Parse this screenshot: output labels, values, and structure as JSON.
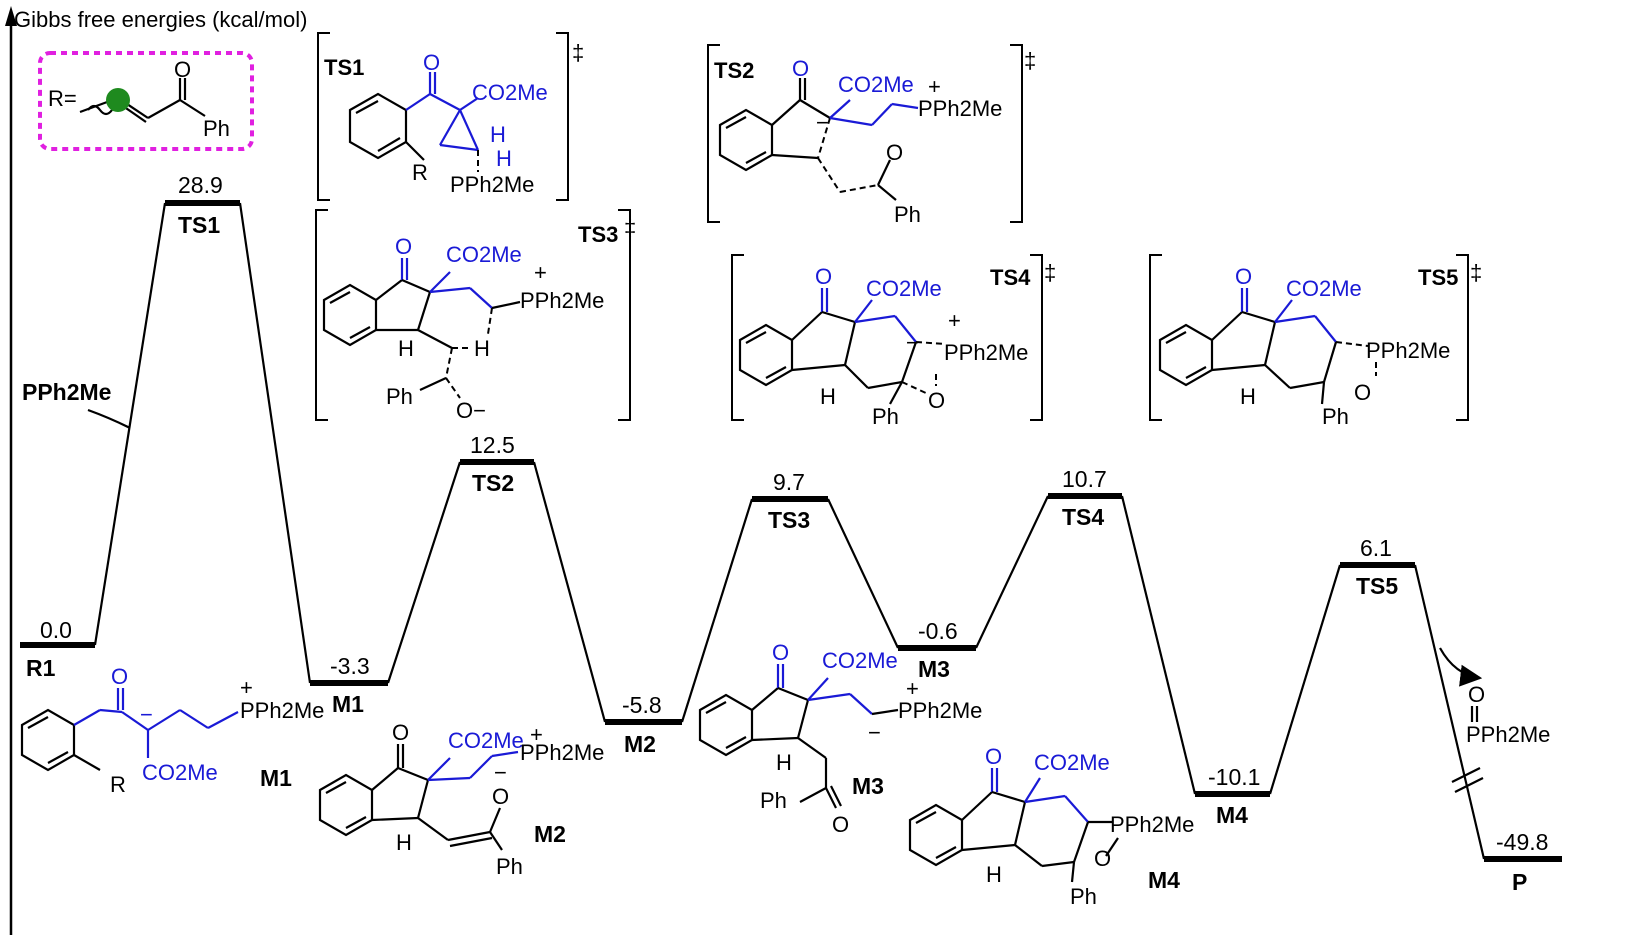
{
  "axis": {
    "label": "Gibbs free energies (kcal/mol)"
  },
  "legend": {
    "text": "R=",
    "phenyl": "Ph",
    "oxygen": "O",
    "border_color": "#e020e0",
    "dot_color": "#1e8a1e"
  },
  "reagent_label": "PPh2Me",
  "dagger": "‡",
  "levels": [
    {
      "name": "R1",
      "energy": "0.0"
    },
    {
      "name": "TS1",
      "energy": "28.9"
    },
    {
      "name": "M1",
      "energy": "-3.3"
    },
    {
      "name": "TS2",
      "energy": "12.5"
    },
    {
      "name": "M2",
      "energy": "-5.8"
    },
    {
      "name": "TS3",
      "energy": "9.7"
    },
    {
      "name": "M3",
      "energy": "-0.6"
    },
    {
      "name": "TS4",
      "energy": "10.7"
    },
    {
      "name": "M4",
      "energy": "-10.1"
    },
    {
      "name": "TS5",
      "energy": "6.1"
    },
    {
      "name": "P",
      "energy": "-49.8"
    }
  ],
  "structures": {
    "ts1": {
      "title": "TS1",
      "co2me": "CO2Me",
      "phosphine": "PPh2Me",
      "r": "R",
      "h": "H",
      "o": "O"
    },
    "ts2": {
      "title": "TS2",
      "co2me": "CO2Me",
      "phosphine": "PPh2Me",
      "ph": "Ph",
      "o": "O",
      "plus": "+",
      "minus": "−"
    },
    "ts3": {
      "title": "TS3",
      "co2me": "CO2Me",
      "phosphine": "PPh2Me",
      "ph": "Ph",
      "o": "O",
      "h": "H",
      "ominus": "O−",
      "plus": "+"
    },
    "ts4": {
      "title": "TS4",
      "co2me": "CO2Me",
      "phosphine": "PPh2Me",
      "ph": "Ph",
      "o": "O",
      "h": "H",
      "plus": "+",
      "minus": "−"
    },
    "ts5": {
      "title": "TS5",
      "co2me": "CO2Me",
      "phosphine": "PPh2Me",
      "ph": "Ph",
      "o": "O",
      "h": "H"
    },
    "m1": {
      "label": "M1",
      "co2me": "CO2Me",
      "phosphine": "PPh2Me",
      "r": "R",
      "o": "O",
      "plus": "+",
      "minus": "−"
    },
    "m2": {
      "label": "M2",
      "co2me": "CO2Me",
      "phosphine": "PPh2Me",
      "ph": "Ph",
      "o": "O",
      "h": "H",
      "plus": "+",
      "minus": "−"
    },
    "m3": {
      "label": "M3",
      "co2me": "CO2Me",
      "phosphine": "PPh2Me",
      "ph": "Ph",
      "o": "O",
      "h": "H",
      "plus": "+",
      "minus": "−"
    },
    "m4": {
      "label": "M4",
      "co2me": "CO2Me",
      "phosphine": "PPh2Me",
      "ph": "Ph",
      "o": "O",
      "h": "H"
    },
    "p": {
      "o": "O",
      "phosphine": "PPh2Me"
    }
  }
}
